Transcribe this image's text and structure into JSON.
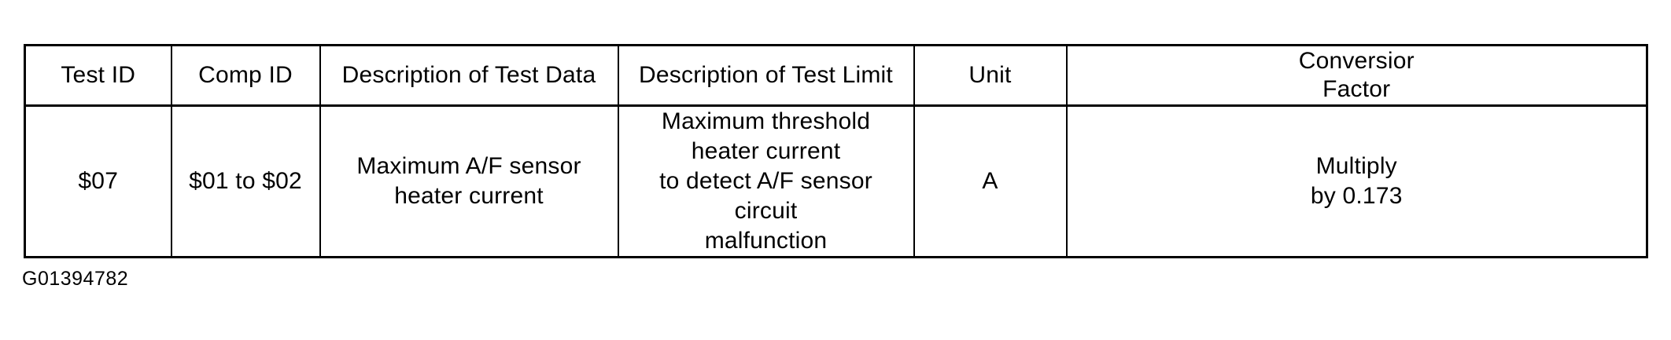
{
  "document": {
    "caption": "G01394782"
  },
  "table": {
    "columns": [
      {
        "key": "test_id",
        "label": "Test ID"
      },
      {
        "key": "comp_id",
        "label": "Comp ID"
      },
      {
        "key": "desc_data",
        "label": "Description of Test Data"
      },
      {
        "key": "desc_limit",
        "label": "Description of Test Limit"
      },
      {
        "key": "unit",
        "label": "Unit"
      },
      {
        "key": "conv_factor",
        "label": "Conversior\nFactor"
      }
    ],
    "rows": [
      {
        "test_id": "$07",
        "comp_id": "$01 to $02",
        "desc_data": "Maximum A/F sensor\nheater current",
        "desc_limit": "Maximum threshold heater current\nto detect A/F sensor circuit\nmalfunction",
        "unit": "A",
        "conv_factor": "Multiply\nby 0.173"
      }
    ]
  },
  "colors": {
    "ink": "#000000",
    "paper": "#ffffff"
  }
}
